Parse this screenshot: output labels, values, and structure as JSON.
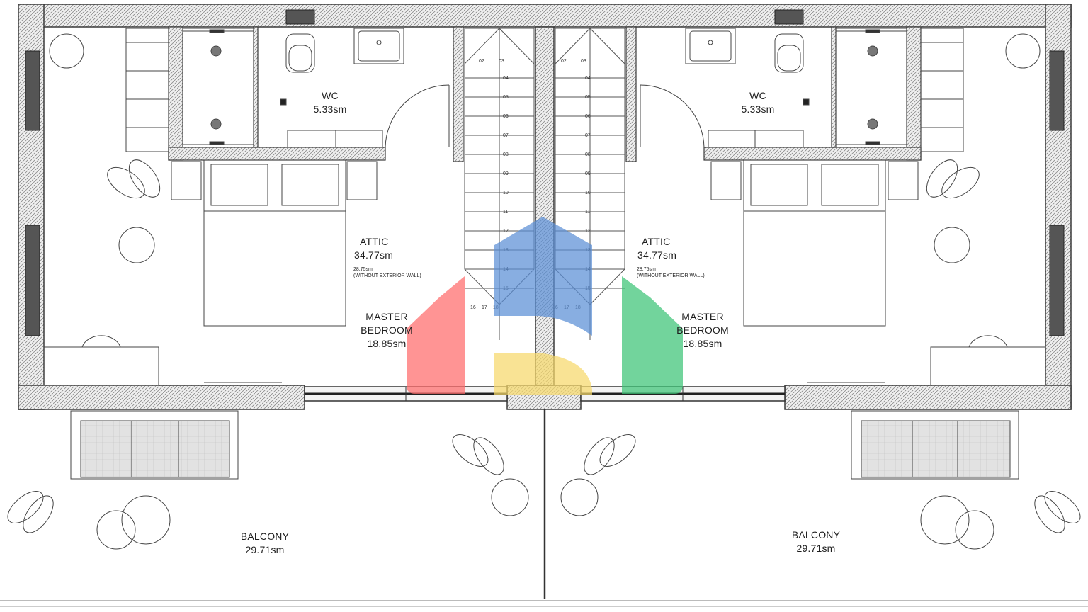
{
  "plan": {
    "rooms": [
      {
        "id": "wc_left",
        "name": "WC",
        "area": "5.33sm"
      },
      {
        "id": "attic_left",
        "name": "ATTIC",
        "area": "34.77sm",
        "note_area": "28.75sm",
        "note": "(WITHOUT EXTERIOR WALL)"
      },
      {
        "id": "master_left",
        "name_line1": "MASTER",
        "name_line2": "BEDROOM",
        "area": "18.85sm"
      },
      {
        "id": "balcony_left",
        "name": "BALCONY",
        "area": "29.71sm"
      },
      {
        "id": "wc_right",
        "name": "WC",
        "area": "5.33sm"
      },
      {
        "id": "attic_right",
        "name": "ATTIC",
        "area": "34.77sm",
        "note_area": "28.75sm",
        "note": "(WITHOUT EXTERIOR WALL)"
      },
      {
        "id": "master_right",
        "name_line1": "MASTER",
        "name_line2": "BEDROOM",
        "area": "18.85sm"
      },
      {
        "id": "balcony_right",
        "name": "BALCONY",
        "area": "29.71sm"
      }
    ],
    "stair_numbers_left": [
      "02",
      "03",
      "04",
      "05",
      "06",
      "07",
      "08",
      "09",
      "10",
      "11",
      "12",
      "13",
      "14",
      "15",
      "16",
      "17",
      "18"
    ],
    "stair_numbers_right": [
      "02",
      "03",
      "04",
      "05",
      "06",
      "07",
      "08",
      "09",
      "10",
      "11",
      "12",
      "13",
      "14",
      "15",
      "16",
      "17",
      "18"
    ]
  },
  "watermark_logo": {
    "colors": {
      "red": "#ff6b6b",
      "blue": "#5b8fd6",
      "yellow": "#f7d96b",
      "green": "#3cc476"
    }
  },
  "colors": {
    "line": "#3a3a3a",
    "wall_fill": "#e9e9e9",
    "glass": "#cfcfcf"
  }
}
